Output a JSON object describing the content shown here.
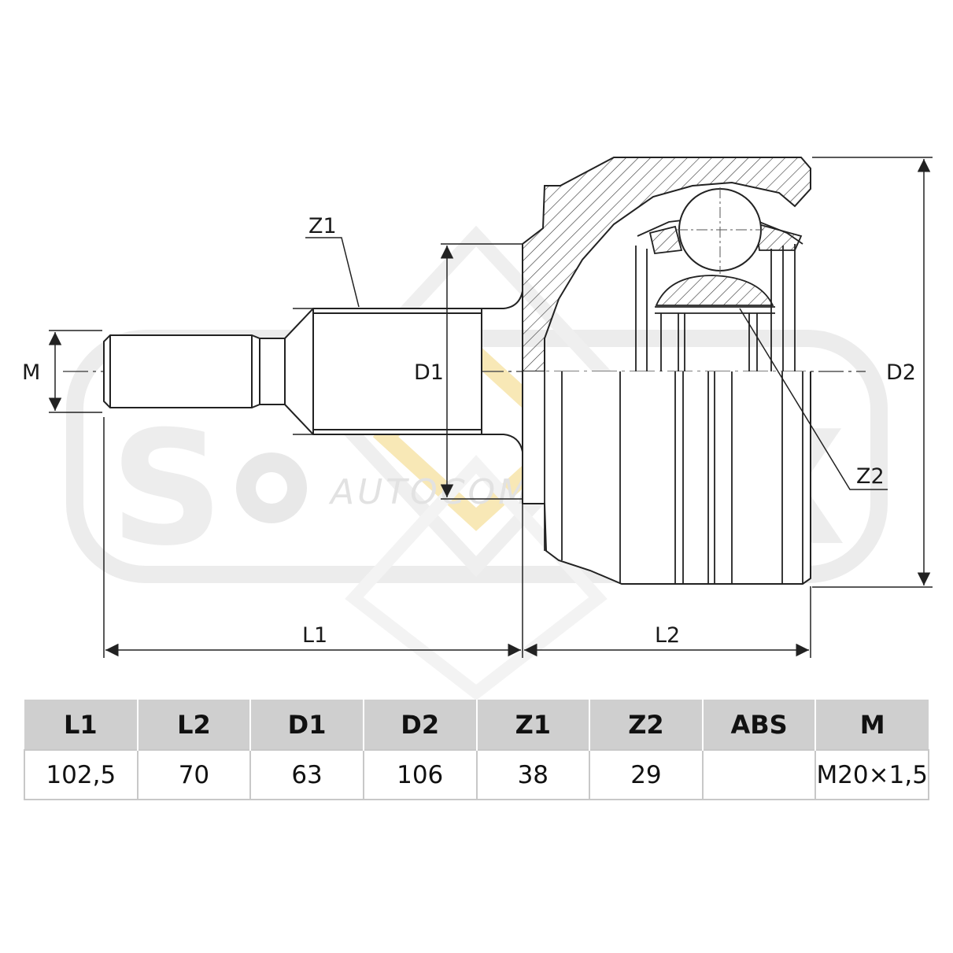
{
  "labels": {
    "z1_top": "Z1",
    "m": "M",
    "d1": "D1",
    "d2": "D2",
    "z2": "Z2",
    "l1": "L1",
    "l2": "L2"
  },
  "watermark": {
    "text": "AUTOCOMPAS",
    "colors": {
      "gray": "#e9e9e9",
      "gold": "#f7e7b3"
    }
  },
  "table": {
    "headers": [
      "L1",
      "L2",
      "D1",
      "D2",
      "Z1",
      "Z2",
      "ABS",
      "M"
    ],
    "values": [
      "102,5",
      "70",
      "63",
      "106",
      "38",
      "29",
      "",
      "M20×1,5"
    ]
  }
}
